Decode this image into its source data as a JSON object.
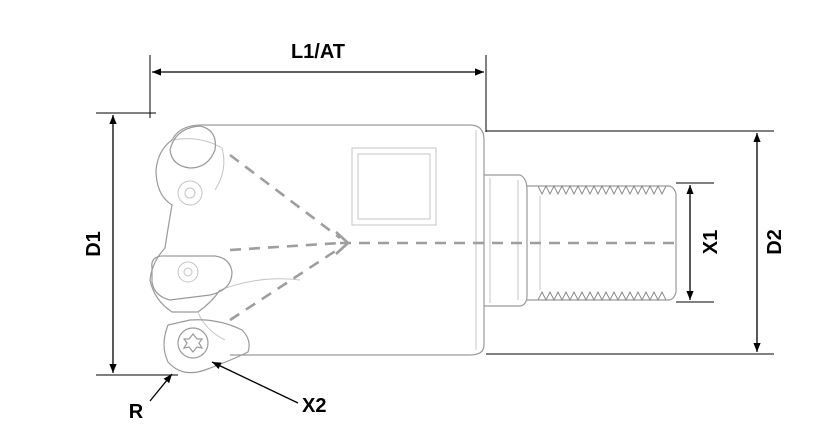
{
  "labels": {
    "overall_length": "L1/AT",
    "cutting_diameter": "D1",
    "shank_diameter": "D2",
    "thread_diameter": "X1",
    "corner_radius": "R",
    "insert_feature": "X2"
  },
  "colors": {
    "dimension_lines": "#000000",
    "tool_outline": "#9a9a9a",
    "coolant_channels": "#9e9e9e"
  },
  "icons": {
    "insert_screw": "torx-screw-icon"
  }
}
